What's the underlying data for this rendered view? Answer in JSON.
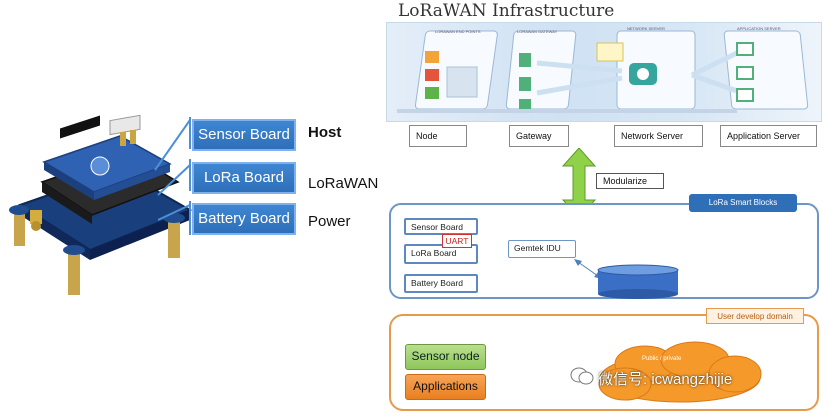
{
  "left": {
    "boards": [
      {
        "label": "Sensor Board",
        "desc": "Host"
      },
      {
        "label": "LoRa Board",
        "desc": "LoRaWAN"
      },
      {
        "label": "Battery Board",
        "desc": "Power"
      }
    ]
  },
  "infrastructure": {
    "title": "LoRaWAN Infrastructure",
    "panel_labels": [
      "LORAWAN END POINTS",
      "LORAWAN GATEWAY",
      "NETWORK SERVER",
      "APPLICATION SERVER"
    ],
    "tiers": [
      "Node",
      "Gateway",
      "Network Server",
      "Application Server"
    ]
  },
  "modularize_label": "Modularize",
  "smart_blocks": {
    "tag": "LoRa Smart Blocks",
    "sensor_board": "Sensor Board",
    "uart": "UART",
    "lora_board": "LoRa Board",
    "battery_board": "Battery Board",
    "gemtek": "Gemtek IDU"
  },
  "user_domain": {
    "tag": "User develop domain",
    "sensor_node": "Sensor node",
    "applications": "Applications",
    "cloud_label": "Public / private"
  },
  "watermark": "微信号: icwangzhijie",
  "colors": {
    "board_blue": "#2e6fb9",
    "smart_border": "#6d95c6",
    "user_border": "#e59a4e",
    "arrow_green": "#8fd24a",
    "cloud_orange": "#f59a2a"
  }
}
